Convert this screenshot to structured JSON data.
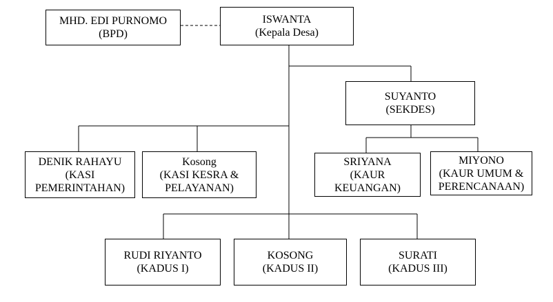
{
  "org_chart": {
    "bpd": {
      "line1": "MHD. EDI PURNOMO",
      "line2": "(BPD)"
    },
    "kepala_desa": {
      "line1": "ISWANTA",
      "line2": "(Kepala Desa)"
    },
    "sekdes": {
      "line1": "SUYANTO",
      "line2": "(SEKDES)"
    },
    "kasi_pemerintahan": {
      "line1": "DENIK RAHAYU",
      "line2": "(KASI",
      "line3": "PEMERINTAHAN)"
    },
    "kasi_kesra": {
      "line1": "Kosong",
      "line2": "(KASI KESRA &",
      "line3": "PELAYANAN)"
    },
    "kaur_keuangan": {
      "line1": "SRIYANA",
      "line2": "(KAUR",
      "line3": "KEUANGAN)"
    },
    "kaur_umum": {
      "line1": "MIYONO",
      "line2": "(KAUR UMUM &",
      "line3": "PERENCANAAN)"
    },
    "kadus_1": {
      "line1": "RUDI RIYANTO",
      "line2": "(KADUS I)"
    },
    "kadus_2": {
      "line1": "KOSONG",
      "line2": "(KADUS II)"
    },
    "kadus_3": {
      "line1": "SURATI",
      "line2": "(KADUS III)"
    }
  },
  "colors": {
    "line": "#000000",
    "box_border": "#000000",
    "background": "#ffffff"
  }
}
